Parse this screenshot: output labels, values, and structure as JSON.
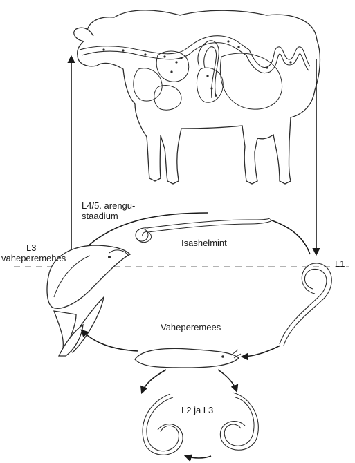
{
  "labels": {
    "stage_l45": "L4/5. arengu-",
    "stage_l45_line2": "staadium",
    "definitive_host_worm": "Isashelmint",
    "l3_line1": "L3",
    "l3_line2": "vaheperemehes",
    "l1": "L1",
    "intermediate_host": "Vaheperemees",
    "l2_l3": "L2 ja L3"
  },
  "colors": {
    "line": "#2b2b2b",
    "dashed_divider": "#9a9a9a",
    "background": "#ffffff"
  }
}
